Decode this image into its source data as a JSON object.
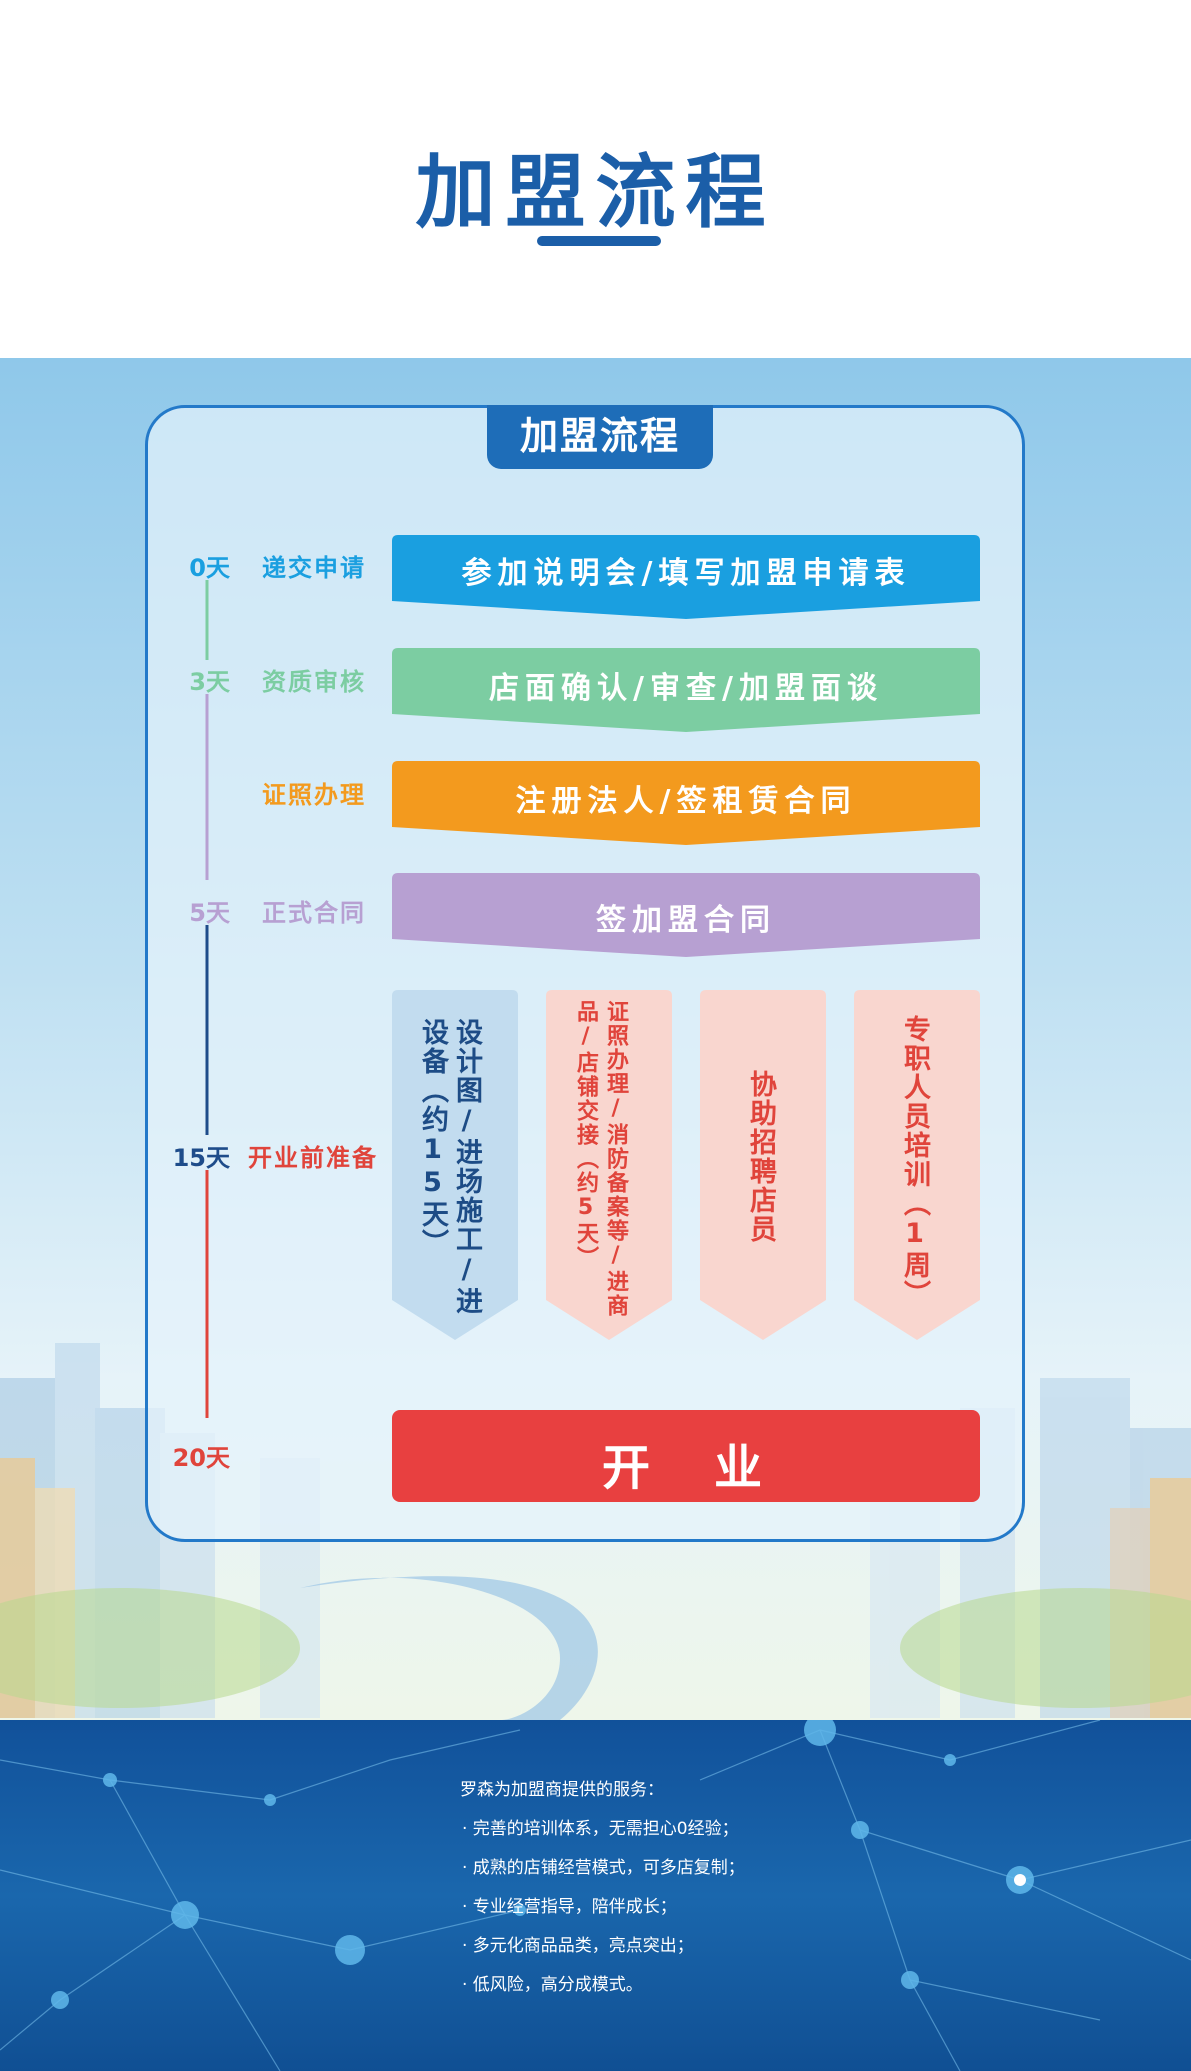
{
  "page_title": "加盟流程",
  "panel_title": "加盟流程",
  "timeline": [
    {
      "day": "0天",
      "stage": "递交申请",
      "step": "参加说明会/填写加盟申请表",
      "color": "#1a9fe0",
      "stage_color": "#1a9fe0"
    },
    {
      "day": "3天",
      "stage": "资质审核",
      "step": "店面确认/审查/加盟面谈",
      "color": "#7ccda2",
      "stage_color": "#7ccda2"
    },
    {
      "day": "",
      "stage": "证照办理",
      "step": "注册法人/签租赁合同",
      "color": "#f39a1e",
      "stage_color": "#f39a1e"
    },
    {
      "day": "5天",
      "stage": "正式合同",
      "step": "签加盟合同",
      "color": "#b7a0d2",
      "stage_color": "#b7a0d2"
    }
  ],
  "prep": {
    "day": "15天",
    "stage": "开业前准备",
    "columns": [
      {
        "text": "设计图/进场施工/进设备（约15天）",
        "bg": "#c2dcef",
        "fg": "#1d4c86"
      },
      {
        "text": "证照办理/消防备案等/进商品/店铺交接（约5天）",
        "bg": "#f9d6cf",
        "fg": "#e0443b"
      },
      {
        "text": "协助招聘店员",
        "bg": "#f9d6cf",
        "fg": "#e0443b"
      },
      {
        "text": "专职人员培训（1周）",
        "bg": "#f9d6cf",
        "fg": "#e0443b"
      }
    ]
  },
  "opening": {
    "day": "20天",
    "label": "开　业",
    "color": "#e84040"
  },
  "colors": {
    "brand": "#1b5ea8",
    "panel_border": "#2379c9",
    "day_blue": "#1e6db8",
    "day_red": "#e0443b"
  },
  "services": {
    "heading": "罗森为加盟商提供的服务：",
    "items": [
      "· 完善的培训体系，无需担心0经验；",
      "· 成熟的店铺经营模式，可多店复制；",
      "· 专业经营指导，陪伴成长；",
      "· 多元化商品品类，亮点突出；",
      "· 低风险，高分成模式。"
    ]
  }
}
